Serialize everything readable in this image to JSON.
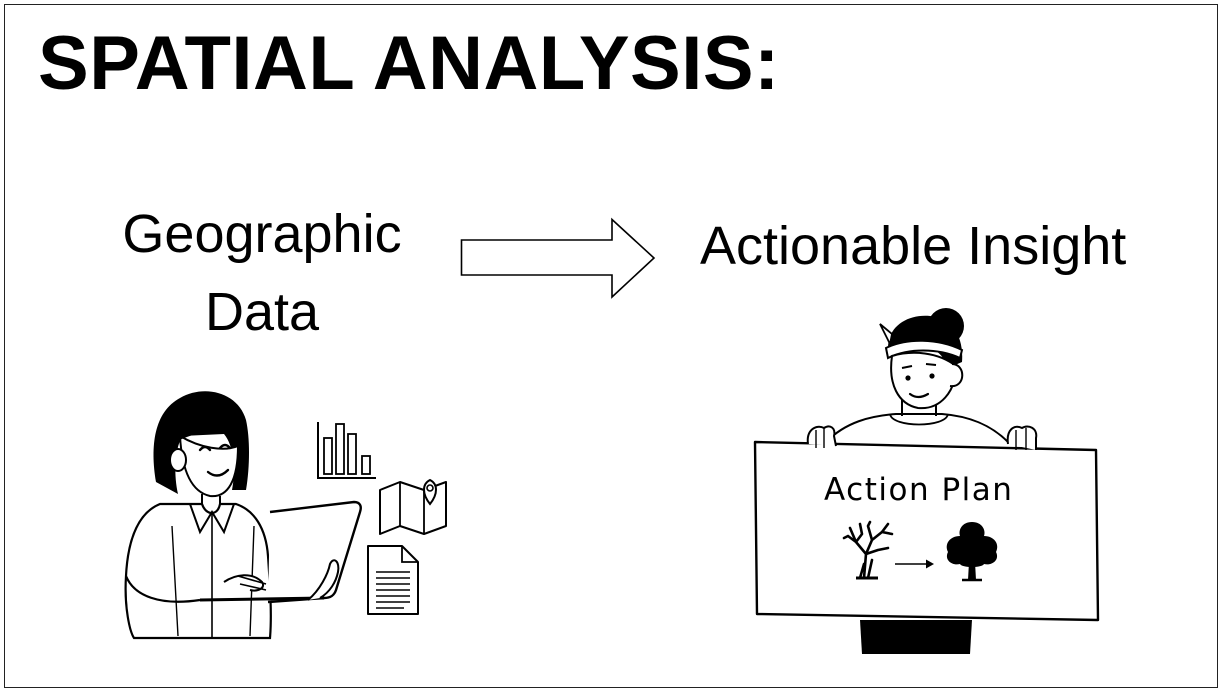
{
  "slide": {
    "title": "SPATIAL ANALYSIS:",
    "input": {
      "line1": "Geographic",
      "line2": "Data"
    },
    "output": {
      "label": "Actionable Insight"
    },
    "sign": {
      "text": "Action Plan"
    }
  },
  "icons": {
    "arrow": "right-arrow-outline-icon",
    "person_laptop": "woman-with-laptop-illustration",
    "bar_chart": "bar-chart-icon",
    "map": "folded-map-pin-icon",
    "document": "document-icon",
    "person_sign": "woman-holding-sign-illustration",
    "dead_tree": "bare-tree-icon",
    "small_arrow": "small-right-arrow-icon",
    "healthy_tree": "leafy-tree-icon"
  },
  "colors": {
    "ink": "#000000",
    "background": "#ffffff"
  }
}
